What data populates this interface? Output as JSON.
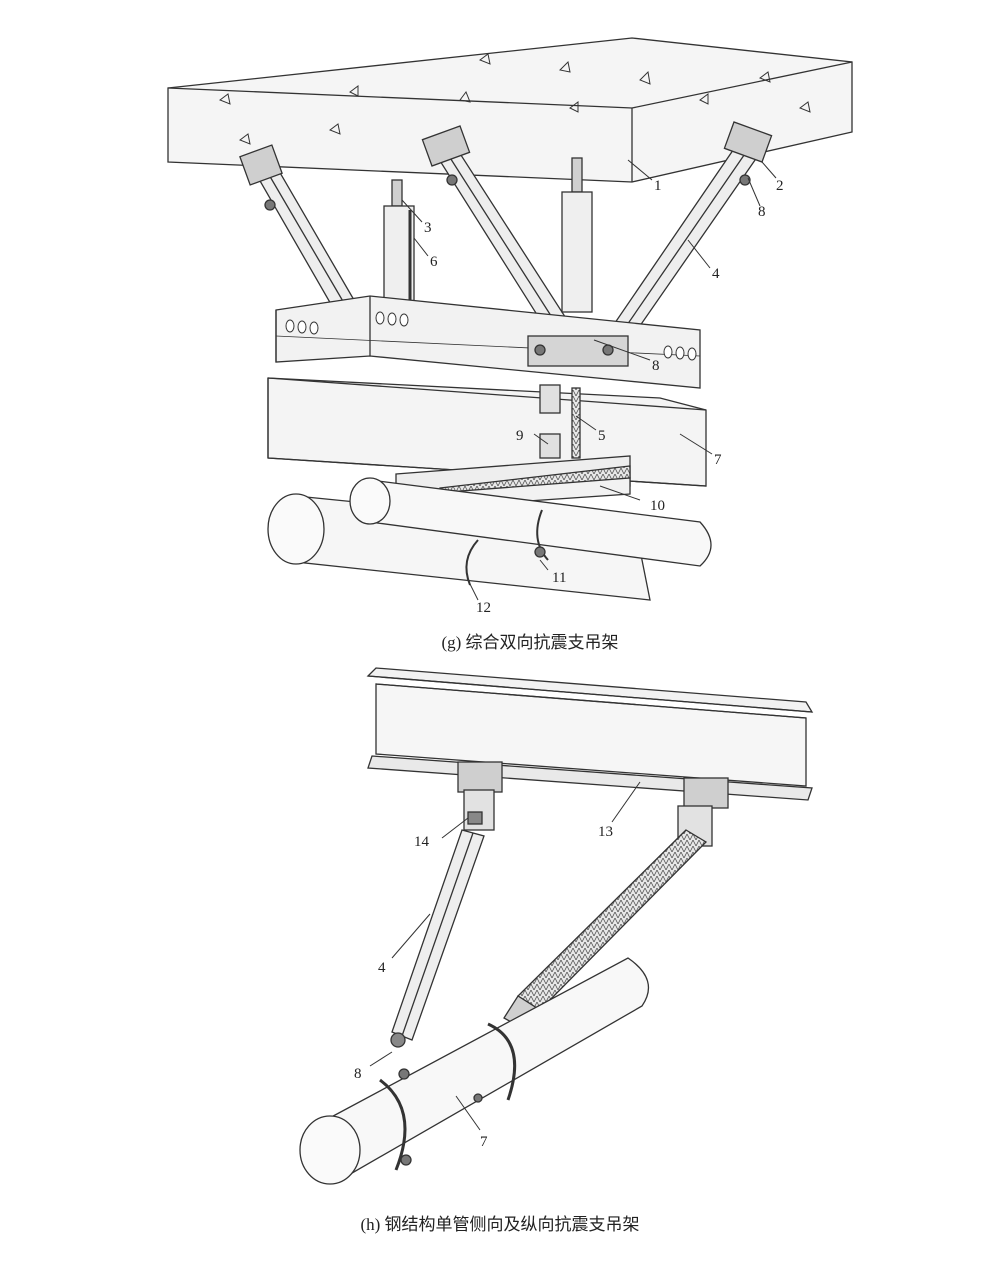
{
  "figure_g": {
    "caption": "(g) 综合双向抗震支吊架",
    "labels": [
      "1",
      "2",
      "3",
      "4",
      "5",
      "6",
      "7",
      "8",
      "8",
      "9",
      "10",
      "11",
      "12"
    ]
  },
  "figure_h": {
    "caption": "(h) 钢结构单管侧向及纵向抗震支吊架",
    "labels": [
      "13",
      "14",
      "4",
      "8",
      "7"
    ]
  },
  "colors": {
    "line": "#333333",
    "fill_light": "#f2f2f2",
    "fill_mid": "#dcdcdc",
    "fill_dark": "#9a9a9a"
  }
}
